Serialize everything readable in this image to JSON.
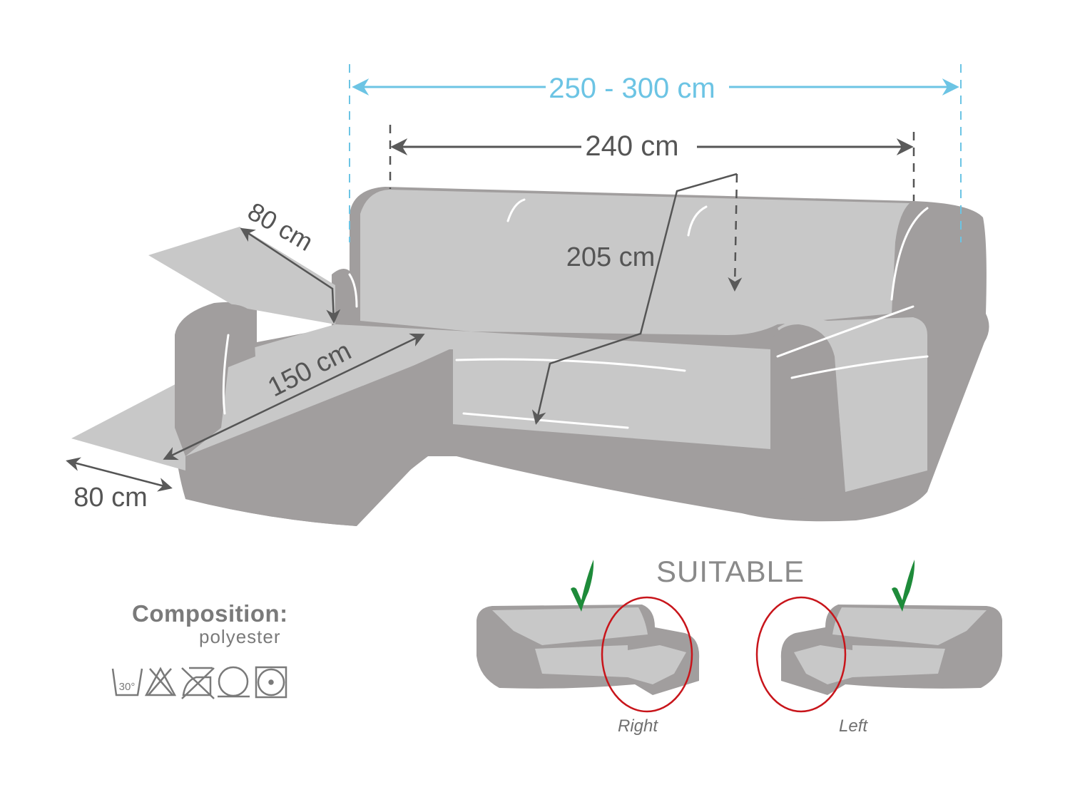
{
  "dimensions": {
    "overall_width": "250 - 300 cm",
    "cover_width": "240 cm",
    "seat_depth_total": "205 cm",
    "chaise_length": "150 cm",
    "chaise_back_width": "80 cm",
    "chaise_front_width": "80 cm"
  },
  "colors": {
    "overall_dimension": "#6cc4e4",
    "dimension_line": "#555555",
    "sofa_dark": "#a19e9e",
    "cover_light": "#c8c8c8",
    "check_mark": "#1e8b3a",
    "circle_highlight": "#c8151b",
    "text_gray": "#7a7a7a"
  },
  "composition": {
    "label": "Composition:",
    "value": "polyester"
  },
  "care_icons": [
    {
      "name": "wash-30-icon",
      "label": "30°"
    },
    {
      "name": "no-bleach-icon"
    },
    {
      "name": "no-iron-icon"
    },
    {
      "name": "dry-clean-icon"
    },
    {
      "name": "tumble-dry-low-icon"
    }
  ],
  "suitable": {
    "title": "SUITABLE",
    "variants": [
      {
        "label": "Right"
      },
      {
        "label": "Left"
      }
    ]
  }
}
